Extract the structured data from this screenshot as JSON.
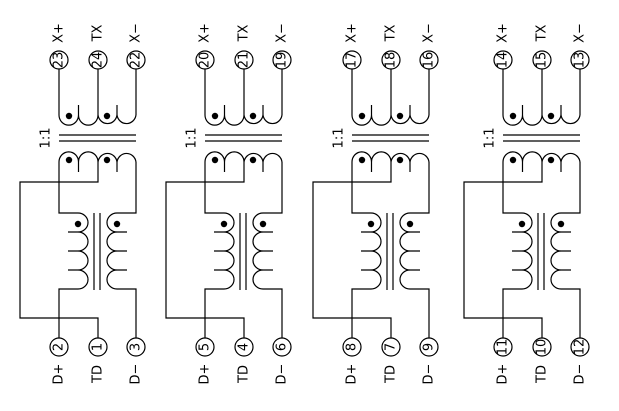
{
  "ratio_label": "1:1",
  "colors": {
    "line": "#000000",
    "background": "#ffffff"
  },
  "units": [
    {
      "top_pins": [
        "23",
        "24",
        "22"
      ],
      "top_labels": [
        "X+",
        "TX",
        "X−"
      ],
      "bottom_pins": [
        "2",
        "1",
        "3"
      ],
      "bottom_labels": [
        "D+",
        "TD",
        "D−"
      ]
    },
    {
      "top_pins": [
        "20",
        "21",
        "19"
      ],
      "top_labels": [
        "X+",
        "TX",
        "X−"
      ],
      "bottom_pins": [
        "5",
        "4",
        "6"
      ],
      "bottom_labels": [
        "D+",
        "TD",
        "D−"
      ]
    },
    {
      "top_pins": [
        "17",
        "18",
        "16"
      ],
      "top_labels": [
        "X+",
        "TX",
        "X−"
      ],
      "bottom_pins": [
        "8",
        "7",
        "9"
      ],
      "bottom_labels": [
        "D+",
        "TD",
        "D−"
      ]
    },
    {
      "top_pins": [
        "14",
        "15",
        "13"
      ],
      "top_labels": [
        "X+",
        "TX",
        "X−"
      ],
      "bottom_pins": [
        "11",
        "10",
        "12"
      ],
      "bottom_labels": [
        "D+",
        "TD",
        "D−"
      ]
    }
  ]
}
